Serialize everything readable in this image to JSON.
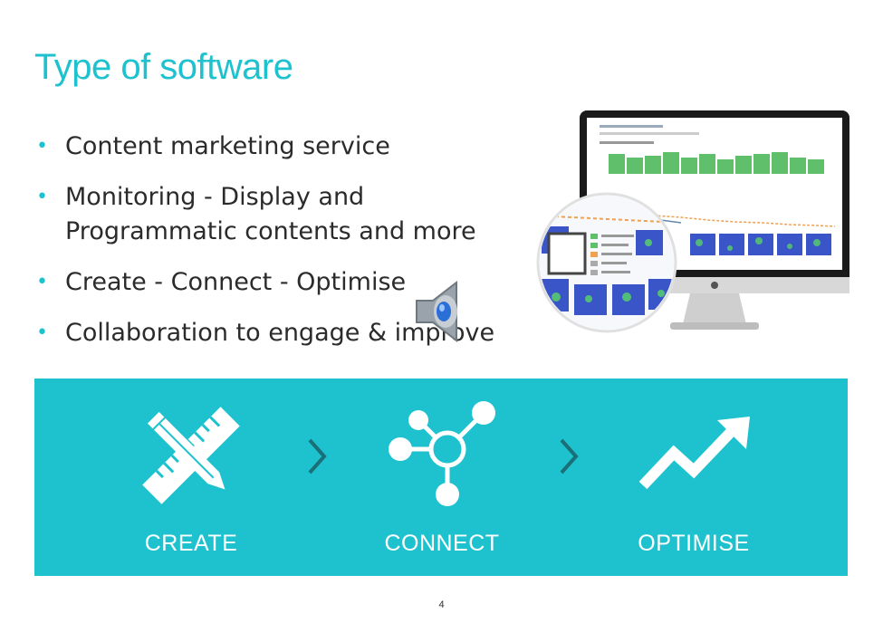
{
  "slide": {
    "title": "Type of software",
    "bullets": [
      "Content marketing service",
      "Monitoring - Display and Programmatic contents and more",
      "Create - Connect - Optimise",
      "Collaboration to engage & improve"
    ],
    "page_number": "4"
  },
  "process": {
    "steps": [
      {
        "label": "CREATE",
        "icon": "pencil-ruler-icon"
      },
      {
        "label": "CONNECT",
        "icon": "network-nodes-icon"
      },
      {
        "label": "OPTIMISE",
        "icon": "trend-up-arrow-icon"
      }
    ],
    "separator_icon": "chevron-right-icon"
  },
  "colors": {
    "accent": "#1ec2cf",
    "text": "#2b2b2b",
    "band_text": "#ffffff",
    "chevron": "#1b6f78"
  },
  "media": {
    "monitor_image": "analytics-dashboard-monitor",
    "audio_icon": "speaker-icon"
  }
}
